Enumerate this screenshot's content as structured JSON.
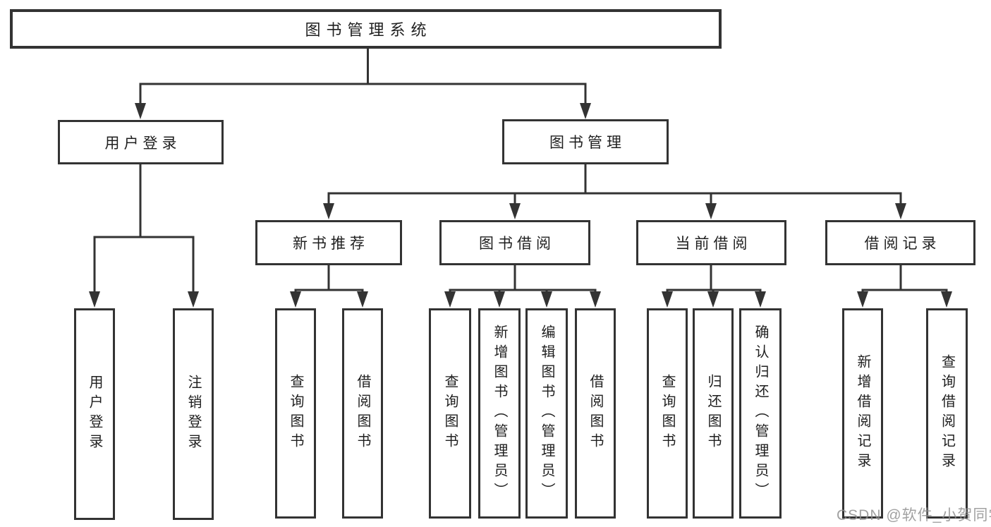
{
  "tree": {
    "label": "图书管理系统",
    "children": [
      {
        "label": "用户登录",
        "children": [
          {
            "label": "用户登录"
          },
          {
            "label": "注销登录"
          }
        ]
      },
      {
        "label": "图书管理",
        "children": [
          {
            "label": "新书推荐",
            "children": [
              {
                "label": "查询图书"
              },
              {
                "label": "借阅图书"
              }
            ]
          },
          {
            "label": "图书借阅",
            "children": [
              {
                "label": "查询图书"
              },
              {
                "label": "新增图书（管理员）"
              },
              {
                "label": "编辑图书（管理员）"
              },
              {
                "label": "借阅图书"
              }
            ]
          },
          {
            "label": "当前借阅",
            "children": [
              {
                "label": "查询图书"
              },
              {
                "label": "归还图书"
              },
              {
                "label": "确认归还（管理员）"
              }
            ]
          },
          {
            "label": "借阅记录",
            "children": [
              {
                "label": "新增借阅记录"
              },
              {
                "label": "查询借阅记录"
              }
            ]
          }
        ]
      }
    ]
  },
  "watermark": {
    "text": "CSDN @软件_小贺同学",
    "color": "#919191"
  },
  "colors": {
    "line": "#333333",
    "box_border": "#333333",
    "text": "#1f1f1f",
    "background": "#ffffff"
  }
}
